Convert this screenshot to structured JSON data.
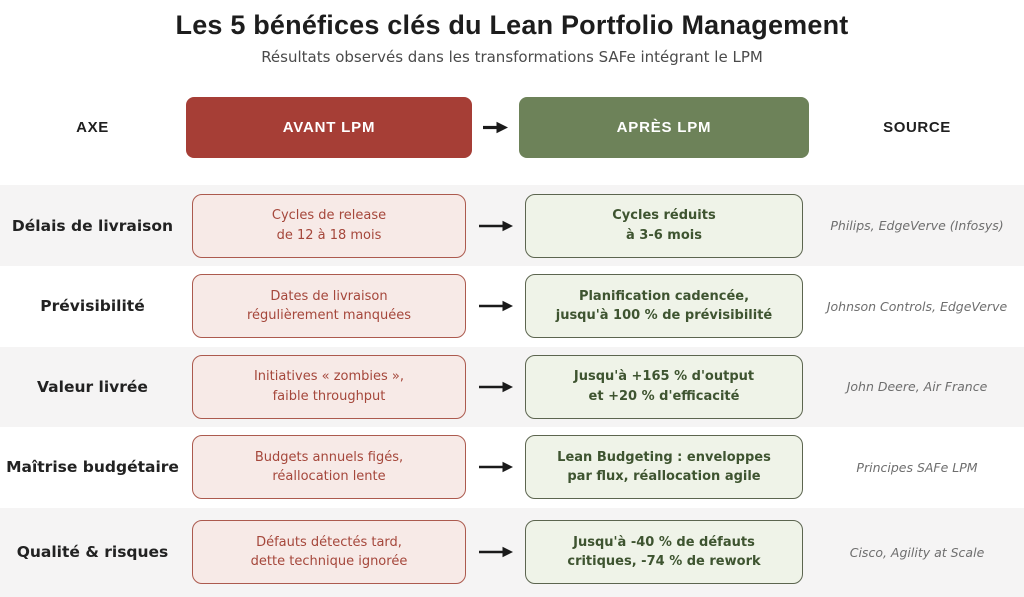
{
  "title": "Les 5 bénéfices clés du Lean Portfolio Management",
  "subtitle": "Résultats observés dans les transformations SAFe intégrant le LPM",
  "columns": {
    "axe": "AXE",
    "before": "AVANT LPM",
    "after": "APRÈS LPM",
    "source": "SOURCE"
  },
  "rows": [
    {
      "axe": "Délais de livraison",
      "before": "Cycles de release\nde 12 à 18 mois",
      "after": "Cycles réduits\nà 3-6 mois",
      "source": "Philips, EdgeVerve (Infosys)"
    },
    {
      "axe": "Prévisibilité",
      "before": "Dates de livraison\nrégulièrement manquées",
      "after": "Planification cadencée,\njusqu'à 100 % de prévisibilité",
      "source": "Johnson Controls, EdgeVerve"
    },
    {
      "axe": "Valeur livrée",
      "before": "Initiatives « zombies »,\nfaible throughput",
      "after": "Jusqu'à +165 % d'output\net +20 % d'efficacité",
      "source": "John Deere, Air France"
    },
    {
      "axe": "Maîtrise budgétaire",
      "before": "Budgets annuels figés,\nréallocation lente",
      "after": "Lean Budgeting : enveloppes\npar flux, réallocation agile",
      "source": "Principes SAFe LPM"
    },
    {
      "axe": "Qualité & risques",
      "before": "Défauts détectés tard,\ndette technique ignorée",
      "after": "Jusqu'à -40 % de défauts\ncritiques, -74 % de rework",
      "source": "Cisco, Agility at Scale"
    }
  ],
  "icons": {
    "arrow": "right-arrow"
  },
  "colors": {
    "before_header_bg": "#A63E36",
    "after_header_bg": "#6D8259",
    "before_box_bg": "#F7EAE7",
    "before_box_border": "#AC5A4E",
    "before_text": "#A5473B",
    "after_box_bg": "#EFF3E8",
    "after_box_border": "#5C654F",
    "after_text": "#3E5430",
    "row_alt_bg": "#F5F4F4",
    "arrow": "#1A1A1A"
  }
}
